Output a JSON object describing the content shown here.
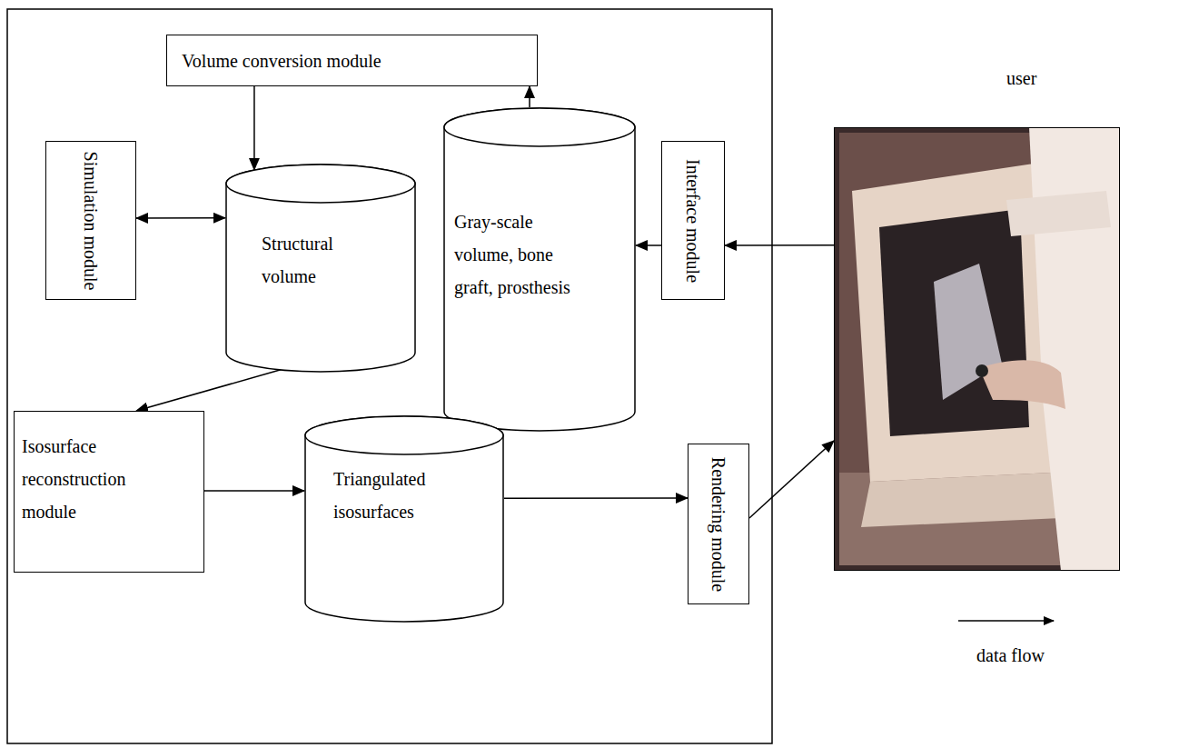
{
  "diagram": {
    "nodes": [
      {
        "text": [
          "Volume conversion module"
        ]
      },
      {
        "text": [
          "Simulation module"
        ]
      },
      {
        "text": [
          "Structural volume"
        ]
      },
      {
        "text": [
          "Gray-scale volume, bone graft, prosthesis"
        ]
      },
      {
        "text": [
          "Interface module"
        ]
      },
      {
        "text": [
          "Isosurface reconstruction module"
        ]
      },
      {
        "text": [
          "Triangulated isosurfaces"
        ]
      },
      {
        "text": [
          "Rendering module"
        ]
      },
      {
        "text": [
          "user"
        ]
      }
    ],
    "edges": [
      {
        "from": 0,
        "to": 2,
        "arrow": "to"
      },
      {
        "from": 3,
        "to": 0,
        "arrow": "to"
      },
      {
        "from": 1,
        "to": 2,
        "arrow": "both"
      },
      {
        "from": 4,
        "to": 3,
        "arrow": "to"
      },
      {
        "from": 8,
        "to": 4,
        "arrow": "to"
      },
      {
        "from": 2,
        "to": 5,
        "arrow": "to"
      },
      {
        "from": 5,
        "to": 6,
        "arrow": "to"
      },
      {
        "from": 6,
        "to": 7,
        "arrow": "to"
      },
      {
        "from": 7,
        "to": 8,
        "arrow": "to"
      }
    ],
    "legend": [
      {
        "text": "data flow"
      }
    ]
  }
}
